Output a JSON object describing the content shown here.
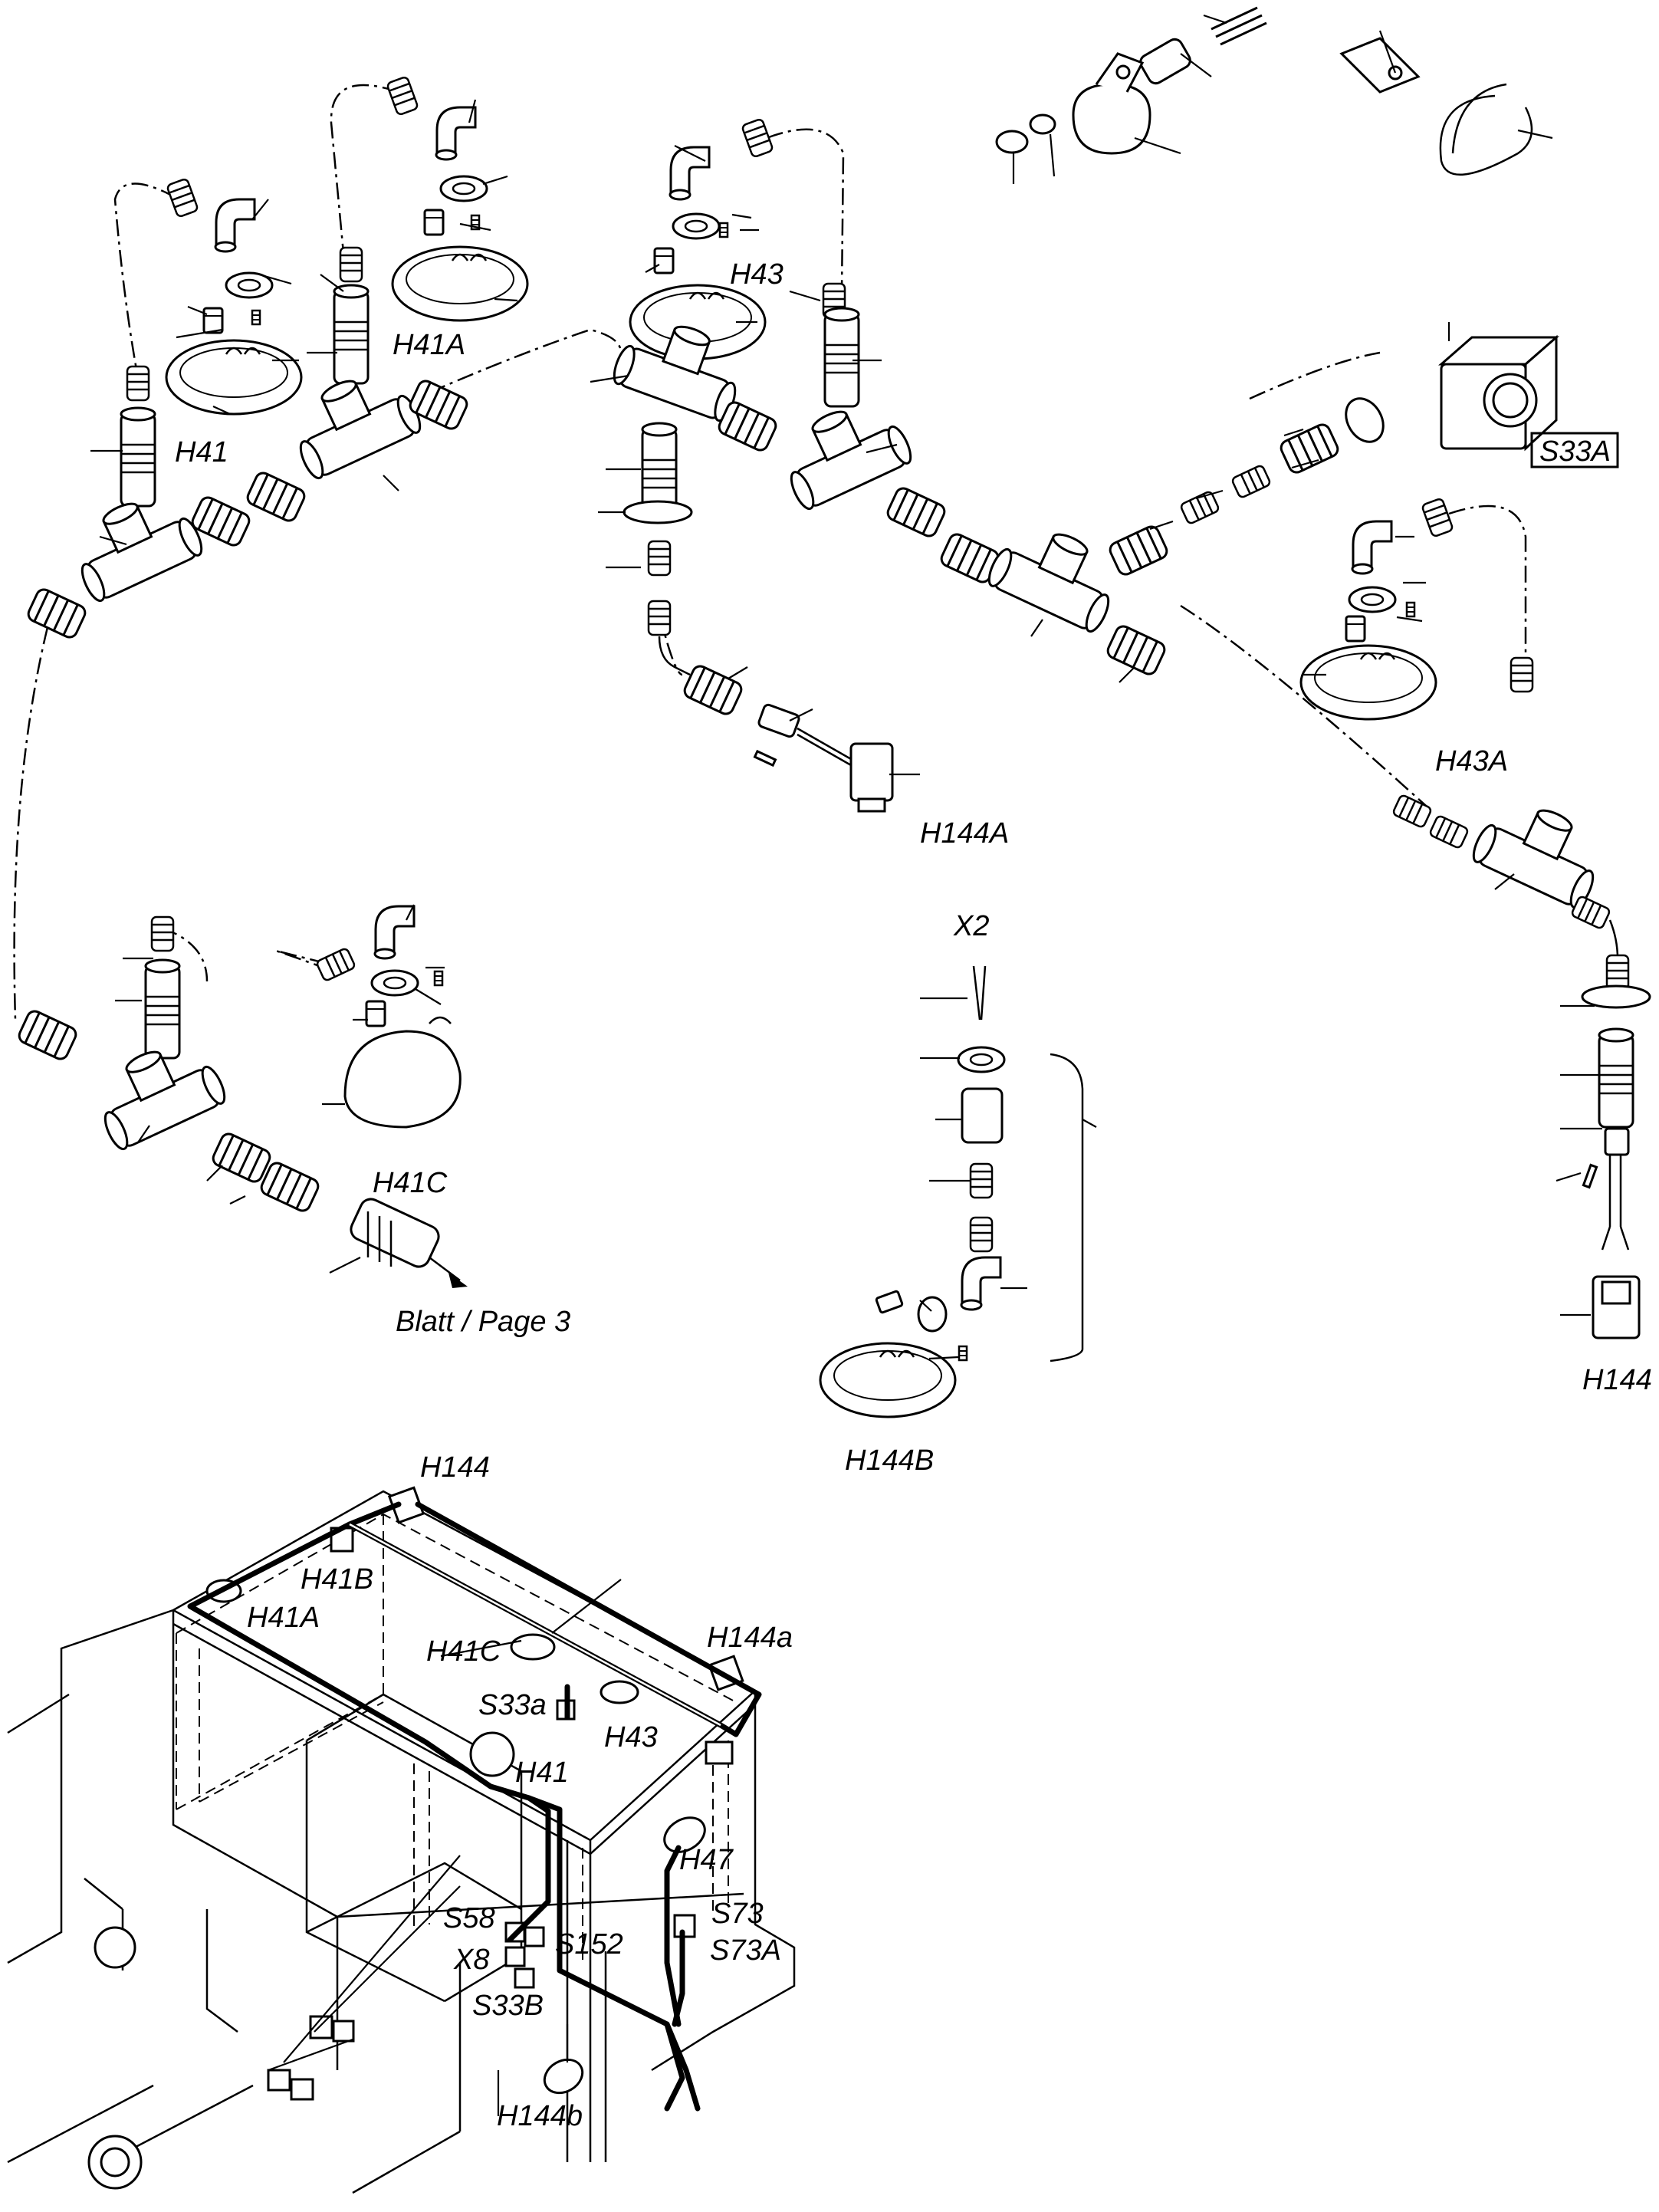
{
  "labels": {
    "h41": "H41",
    "h41a": "H41A",
    "h43": "H43",
    "s33a_box": "S33A",
    "h43a": "H43A",
    "h144a": "H144A",
    "x2": "X2",
    "h41c": "H41C",
    "blatt_page": "Blatt / Page 3",
    "h144b": "H144B",
    "h144_right": "H144"
  },
  "overview_labels": {
    "h144": "H144",
    "h41b": "H41B",
    "h41a": "H41A",
    "h41c": "H41C",
    "h144a": "H144a",
    "s33a": "S33a",
    "h43": "H43",
    "h41": "H41",
    "h47": "H47",
    "s58": "S58",
    "s73": "S73",
    "s73a": "S73A",
    "x8": "X8",
    "s152": "S152",
    "s33b": "S33B",
    "h144b": "H144b"
  }
}
